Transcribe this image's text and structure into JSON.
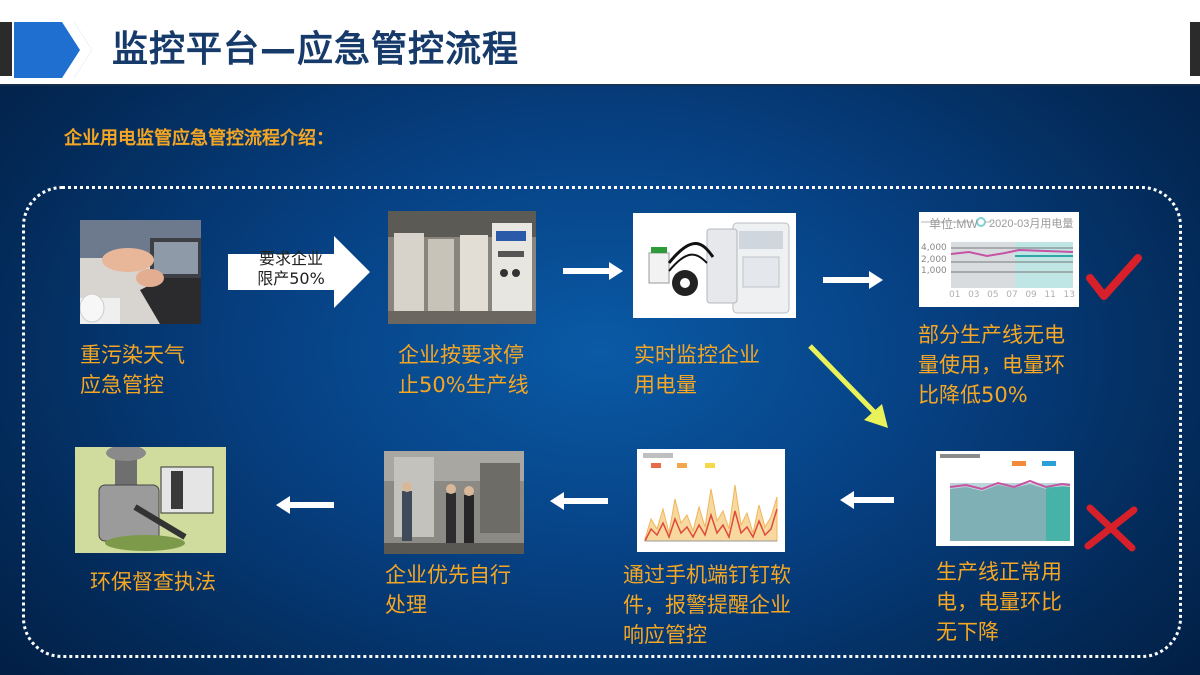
{
  "title": "监控平台—应急管控流程",
  "subtitle": "企业用电监管应急管控流程介绍：",
  "arrow_callout": "要求企业\n限产50%",
  "steps": {
    "s1": "重污染天气\n应急管控",
    "s2": "企业按要求停\n止50%生产线",
    "s3": "实时监控企业\n用电量",
    "s4": "部分生产线无电\n量使用，电量环\n比降低50%",
    "s5": "生产线正常用\n电，电量环比\n无下降",
    "s6": "通过手机端钉钉软\n件，报警提醒企业\n响应管控",
    "s7": "企业优先自行\n处理",
    "s8": "环保督查执法"
  },
  "chart1": {
    "header": "单位:MW",
    "title": "2020-03月用电量",
    "y_ticks": [
      "4,000",
      "2,000",
      "1,000"
    ],
    "x_ticks": [
      "01",
      "03",
      "05",
      "07",
      "09",
      "11",
      "13"
    ]
  },
  "colors": {
    "accent": "#f5a623",
    "header_text": "#163a6a",
    "check": "#d8202a",
    "diag_arrow": "#eaf25a"
  },
  "icons": {
    "check": "checkmark-icon",
    "cross": "cross-icon"
  }
}
